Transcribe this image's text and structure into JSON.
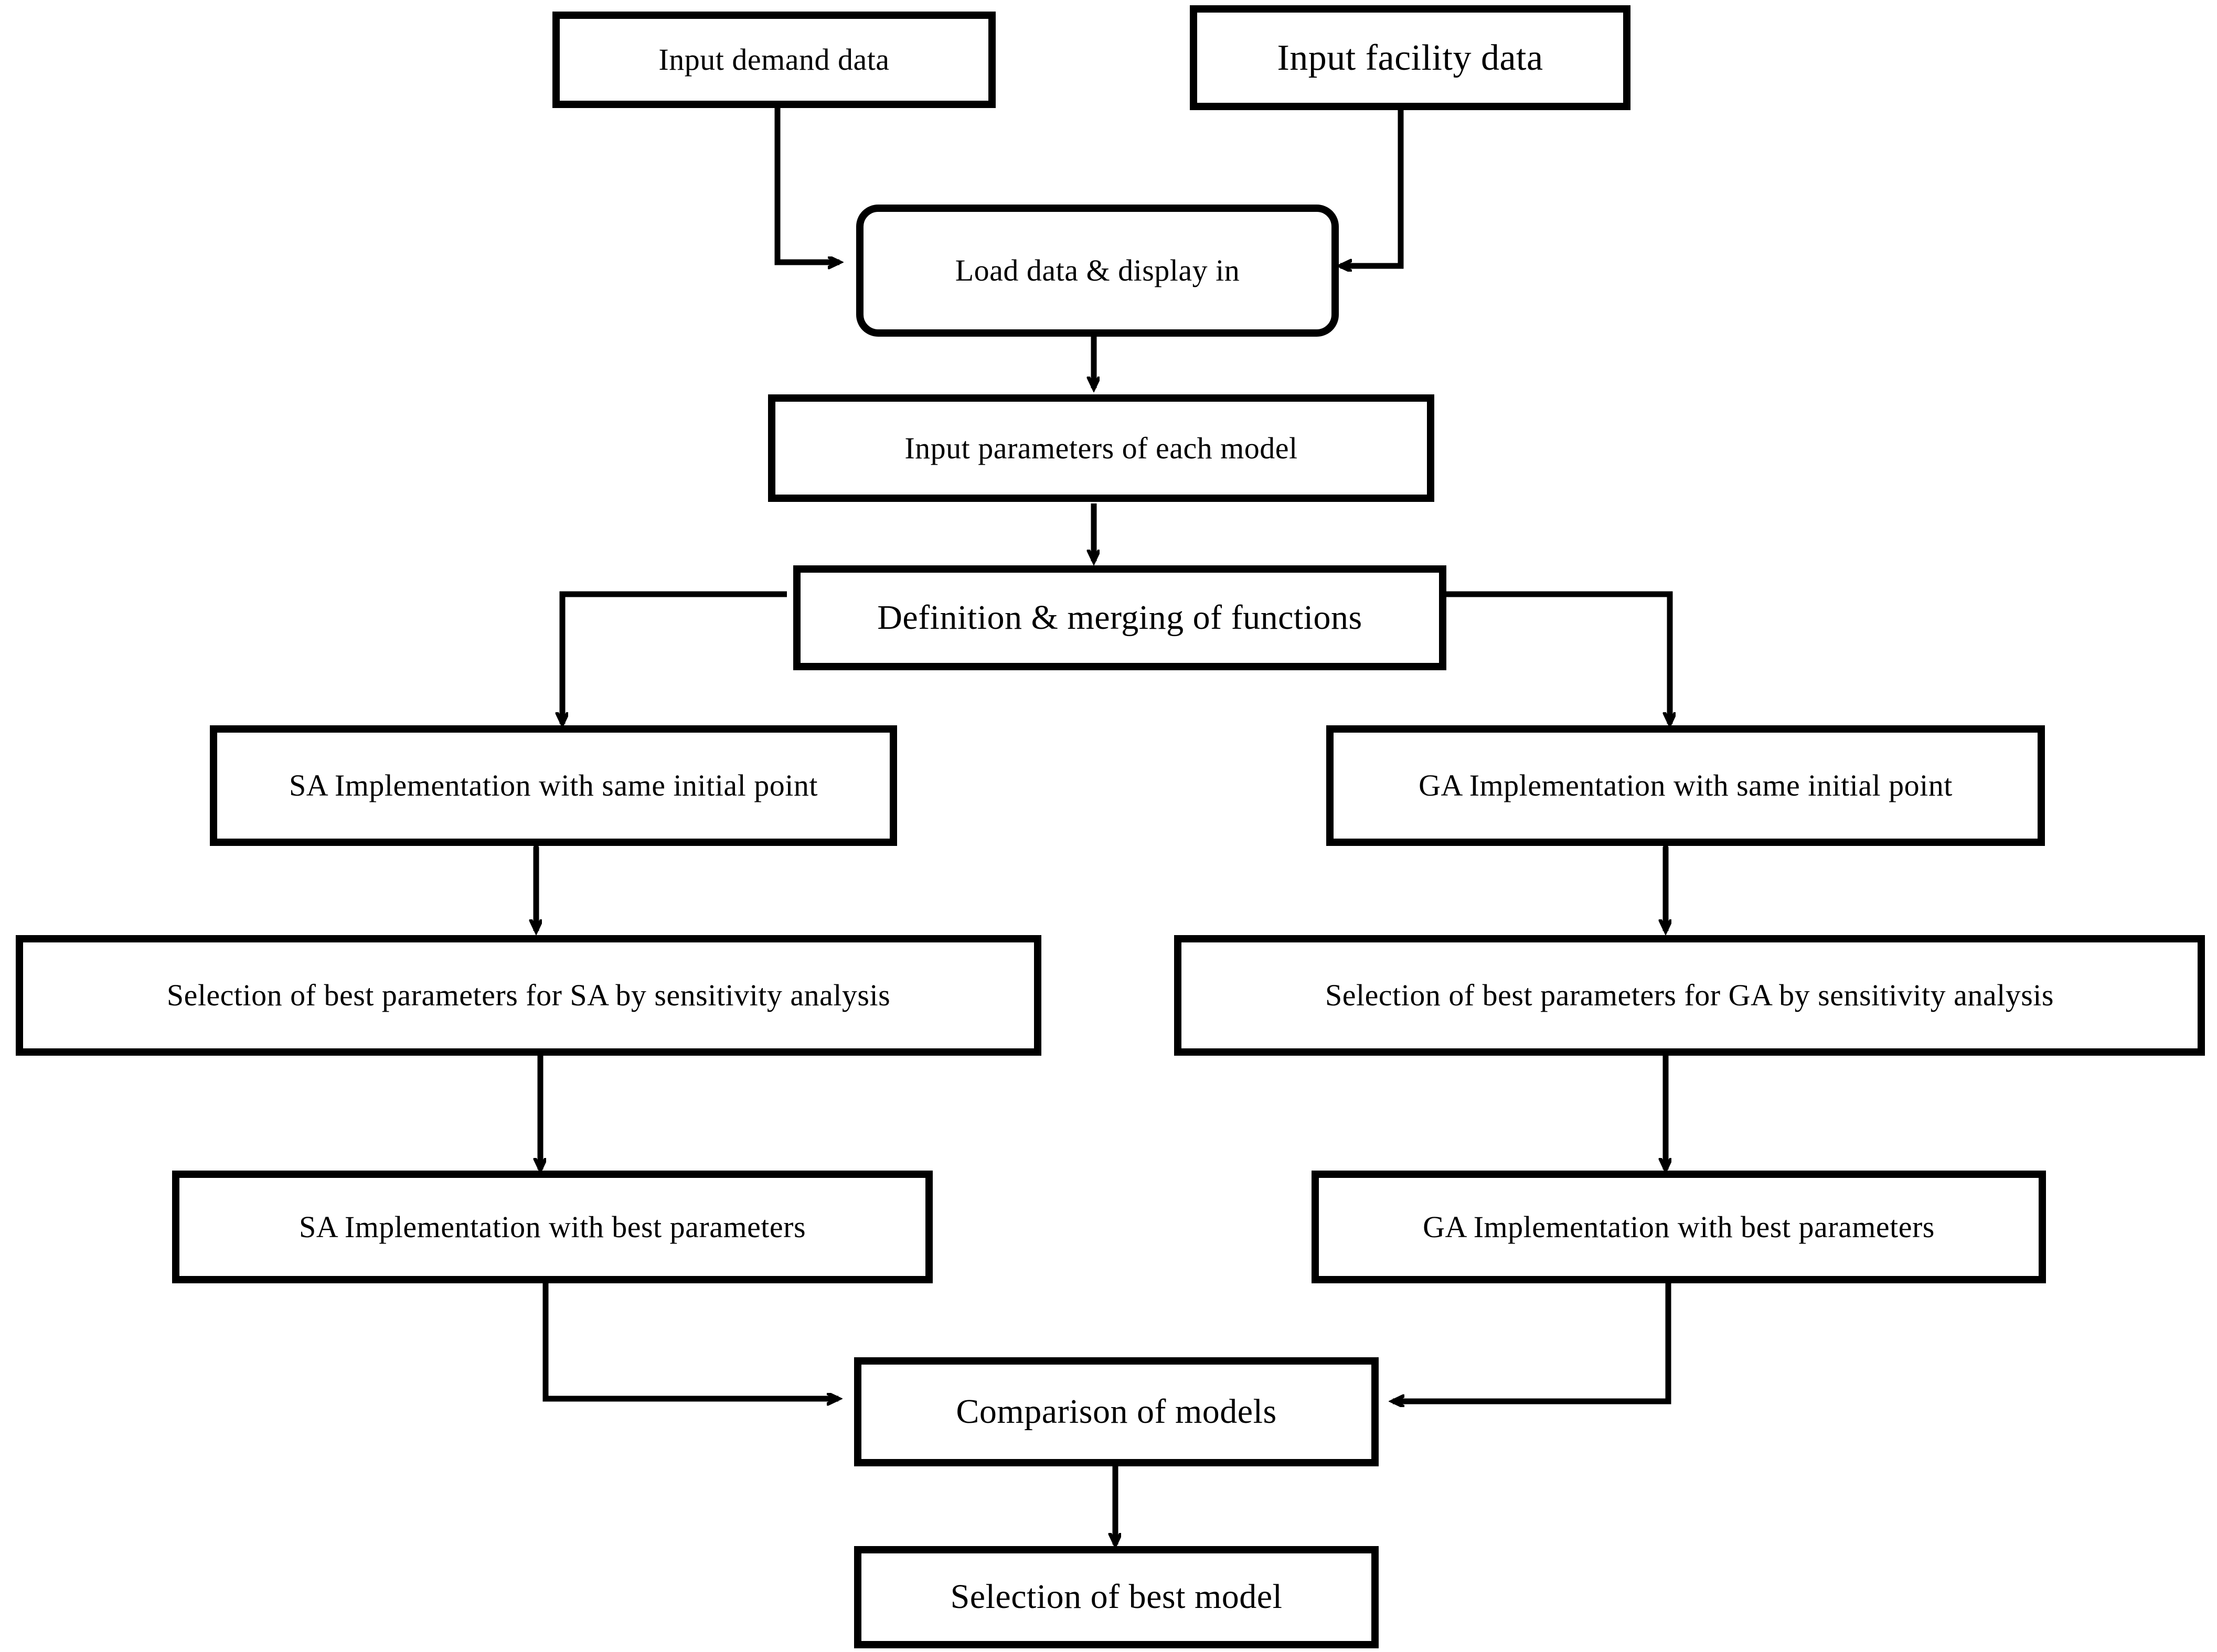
{
  "diagram": {
    "title": "Methodology flowchart for SA and GA model comparison",
    "background_color": "#ffffff",
    "line_color": "#000000",
    "text_color": "#000000",
    "nodes": [
      {
        "id": "input-demand-data",
        "label": "Input demand data",
        "shape": "rectangle"
      },
      {
        "id": "input-facility-data",
        "label": "Input facility data",
        "shape": "rectangle"
      },
      {
        "id": "load-data-display",
        "label": "Load data & display in",
        "shape": "rounded-rectangle"
      },
      {
        "id": "input-parameters",
        "label": "Input parameters of each model",
        "shape": "rectangle"
      },
      {
        "id": "definition-merging",
        "label": "Definition & merging of functions",
        "shape": "rectangle"
      },
      {
        "id": "sa-impl-same-initial",
        "label": "SA Implementation with same initial point",
        "shape": "rectangle"
      },
      {
        "id": "ga-impl-same-initial",
        "label": "GA Implementation with same initial point",
        "shape": "rectangle"
      },
      {
        "id": "sa-best-params",
        "label": "Selection of best parameters for SA by sensitivity analysis",
        "shape": "rectangle"
      },
      {
        "id": "ga-best-params",
        "label": "Selection of best parameters for GA by sensitivity analysis",
        "shape": "rectangle"
      },
      {
        "id": "sa-impl-best-params",
        "label": "SA Implementation with best parameters",
        "shape": "rectangle"
      },
      {
        "id": "ga-impl-best-params",
        "label": "GA Implementation with best parameters",
        "shape": "rectangle"
      },
      {
        "id": "comparison-of-models",
        "label": "Comparison of models",
        "shape": "rectangle"
      },
      {
        "id": "selection-of-best-model",
        "label": "Selection of best model",
        "shape": "rectangle"
      }
    ],
    "edges": [
      {
        "from": "input-demand-data",
        "to": "load-data-display",
        "style": "elbow",
        "direction": "one-way"
      },
      {
        "from": "input-facility-data",
        "to": "load-data-display",
        "style": "elbow",
        "direction": "one-way"
      },
      {
        "from": "load-data-display",
        "to": "input-parameters",
        "style": "straight",
        "direction": "one-way"
      },
      {
        "from": "input-parameters",
        "to": "definition-merging",
        "style": "straight",
        "direction": "one-way"
      },
      {
        "from": "definition-merging",
        "to": "sa-impl-same-initial",
        "style": "elbow",
        "direction": "one-way"
      },
      {
        "from": "definition-merging",
        "to": "ga-impl-same-initial",
        "style": "elbow",
        "direction": "one-way"
      },
      {
        "from": "sa-impl-same-initial",
        "to": "sa-best-params",
        "style": "straight",
        "direction": "two-way"
      },
      {
        "from": "ga-impl-same-initial",
        "to": "ga-best-params",
        "style": "straight",
        "direction": "two-way"
      },
      {
        "from": "sa-best-params",
        "to": "sa-impl-best-params",
        "style": "straight",
        "direction": "one-way"
      },
      {
        "from": "ga-best-params",
        "to": "ga-impl-best-params",
        "style": "straight",
        "direction": "one-way"
      },
      {
        "from": "sa-impl-best-params",
        "to": "comparison-of-models",
        "style": "elbow",
        "direction": "one-way"
      },
      {
        "from": "ga-impl-best-params",
        "to": "comparison-of-models",
        "style": "elbow",
        "direction": "one-way"
      },
      {
        "from": "comparison-of-models",
        "to": "selection-of-best-model",
        "style": "straight",
        "direction": "one-way"
      }
    ]
  }
}
